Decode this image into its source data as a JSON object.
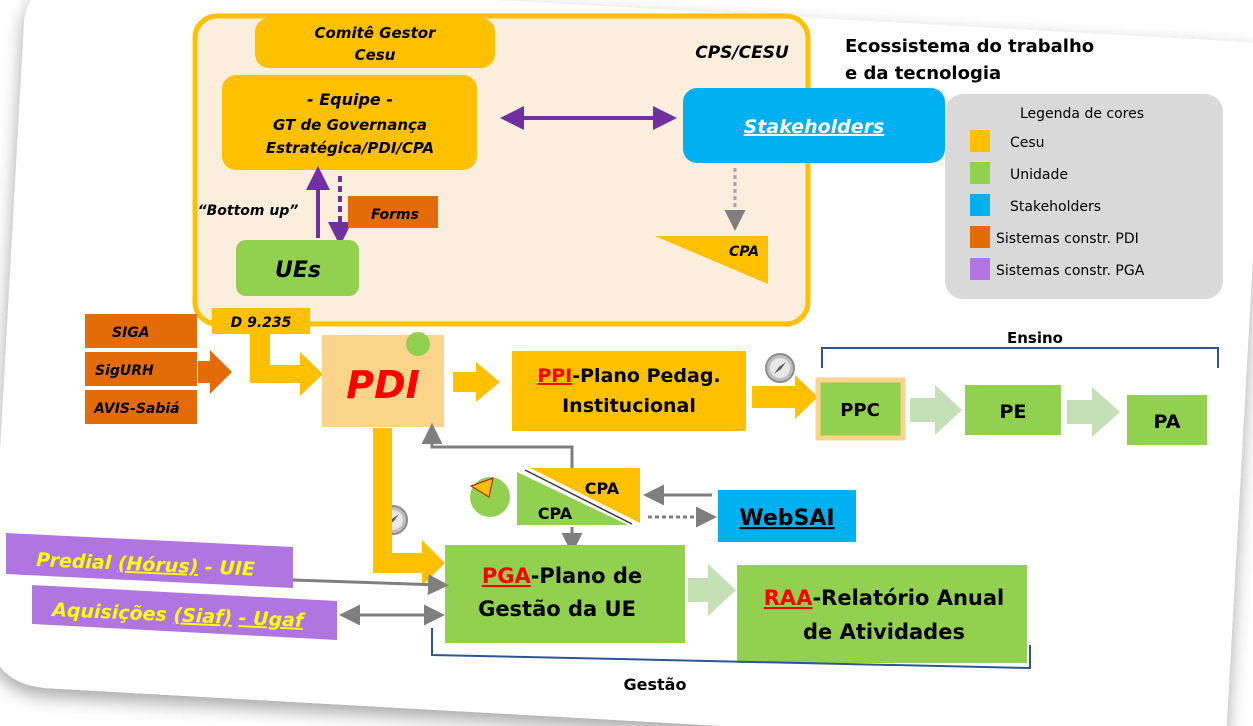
{
  "title": {
    "line1": "Ecossistema do trabalho",
    "line2": "e da tecnologia"
  },
  "cps_cesu": "CPS/CESU",
  "comite": {
    "line1": "Comitê Gestor",
    "line2": "Cesu"
  },
  "equipe": {
    "line1": "- Equipe -",
    "line2": "GT de Governança",
    "line3": "Estratégica/PDI/CPA"
  },
  "stakeholders": "Stakeholders",
  "bottom_up": "“Bottom up”",
  "forms": "Forms",
  "ues": "UEs",
  "cpa_top": "CPA",
  "d9235": "D 9.235",
  "systems_left": [
    "SIGA",
    "SigURH",
    "AVIS-Sabiá"
  ],
  "pdi": "PDI",
  "ppi": {
    "prefix": "PPI",
    "rest": "-Plano Pedag.",
    "line2": "Institucional"
  },
  "ensino": {
    "label": "Ensino",
    "items": [
      "PPC",
      "PE",
      "PA"
    ]
  },
  "cpa_pair": {
    "upper": "CPA",
    "lower": "CPA"
  },
  "websai": "WebSAI",
  "pga": {
    "prefix": "PGA",
    "rest": "-Plano de",
    "line2": "Gestão da UE"
  },
  "raa": {
    "prefix": "RAA",
    "rest": "-Relatório Anual",
    "line2": "de Atividades"
  },
  "gestao": "Gestão",
  "predial": {
    "a": "Predial",
    "b": "(Hórus)",
    "c": "- UIE"
  },
  "aquisicoes": {
    "a": "Aquisições",
    "b": "(Siaf)",
    "c": "- Ugaf"
  },
  "legend": {
    "title": "Legenda de cores",
    "items": [
      {
        "label": "Cesu",
        "color": "#FFC000"
      },
      {
        "label": "Unidade",
        "color": "#92D050"
      },
      {
        "label": "Stakeholders",
        "color": "#00B0F0"
      },
      {
        "label": "Sistemas constr. PDI",
        "color": "#E36C09"
      },
      {
        "label": "Sistemas constr. PGA",
        "color": "#B075E0"
      }
    ]
  },
  "colors": {
    "cesu": "#FFC000",
    "unidade": "#92D050",
    "stakeholders": "#00B0F0",
    "pdi_sys": "#E36C09",
    "pga_sys": "#B075E0",
    "red": "#FF0000"
  }
}
